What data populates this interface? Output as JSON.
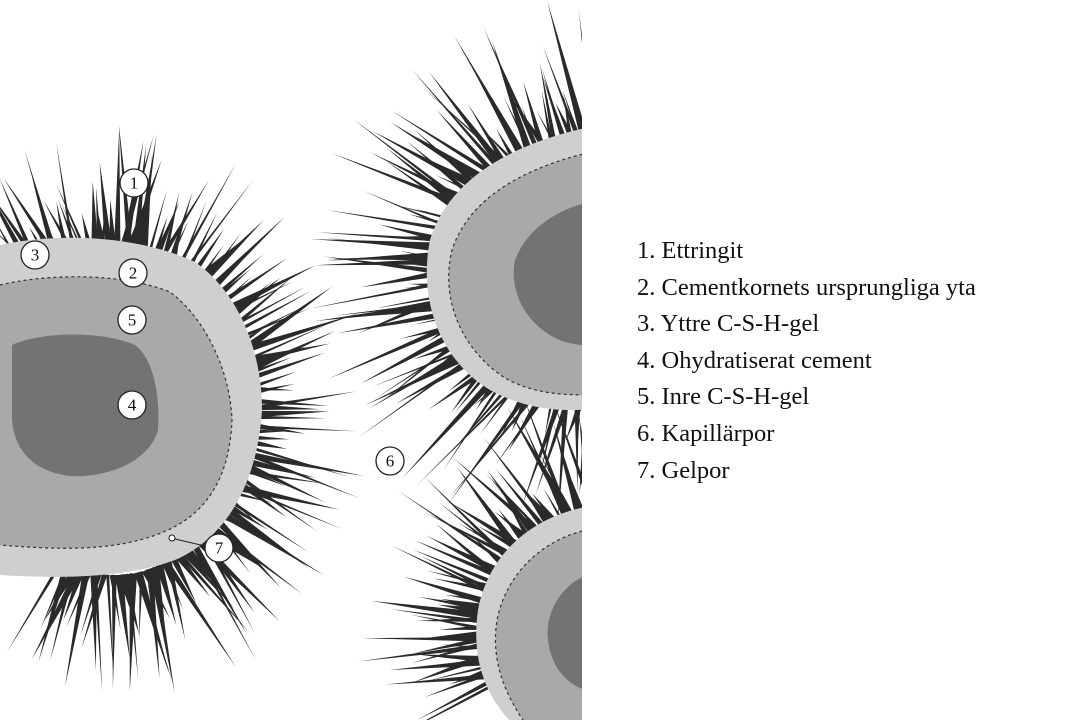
{
  "callouts": [
    {
      "id": "1",
      "label": "1"
    },
    {
      "id": "2",
      "label": "2"
    },
    {
      "id": "3",
      "label": "3"
    },
    {
      "id": "4",
      "label": "4"
    },
    {
      "id": "5",
      "label": "5"
    },
    {
      "id": "6",
      "label": "6"
    },
    {
      "id": "7",
      "label": "7"
    }
  ],
  "legend": [
    "1. Ettringit",
    "2. Cementkornets ursprungliga yta",
    "3. Yttre C-S-H-gel",
    "4. Ohydratiserat cement",
    "5. Inre C-S-H-gel",
    "6. Kapillärpor",
    "7. Gelpor"
  ],
  "colors": {
    "outer_gel": "#cfcfcf",
    "inner_gel": "#a9a9a9",
    "unhydrated": "#737373",
    "ettringite": "#2a2a2a",
    "background": "#ffffff"
  }
}
